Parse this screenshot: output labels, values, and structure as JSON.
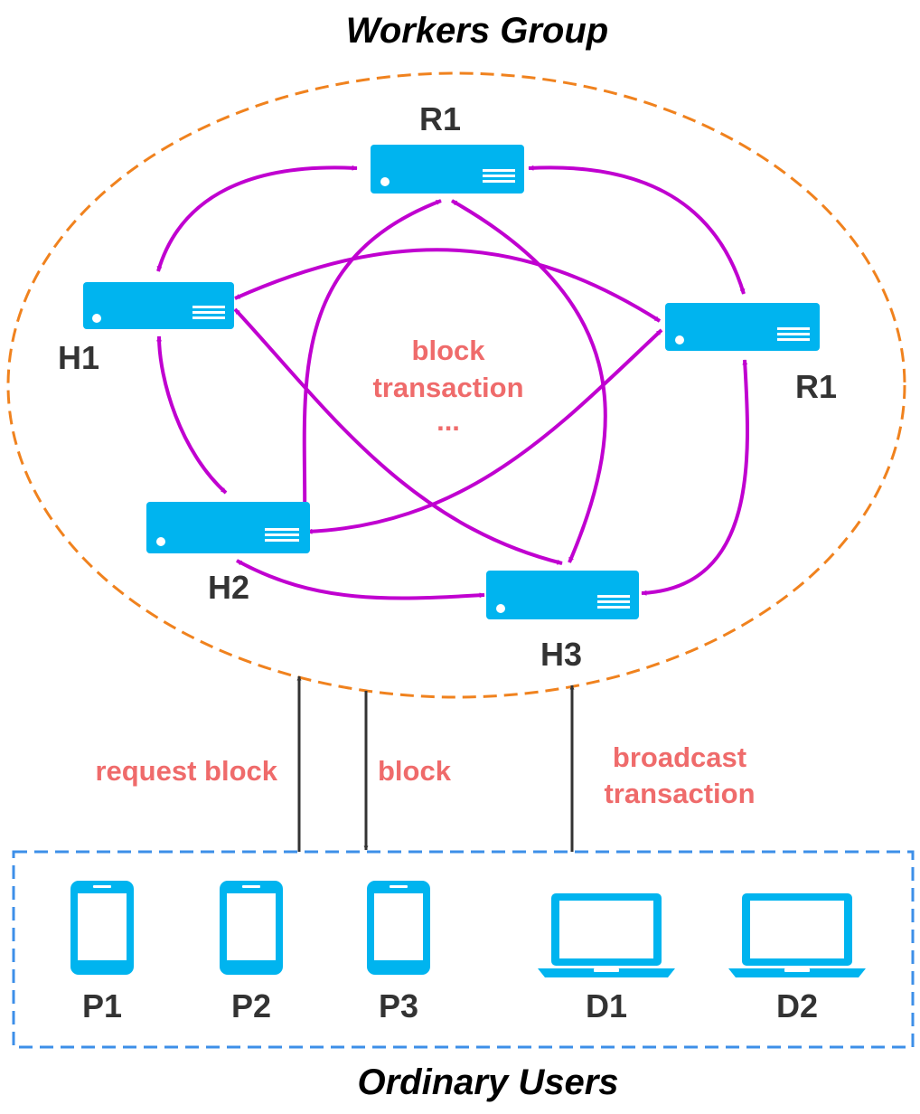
{
  "titles": {
    "top": "Workers Group",
    "bottom": "Ordinary Users"
  },
  "workers": {
    "r1_top": "R1",
    "h1": "H1",
    "r1_right": "R1",
    "h2": "H2",
    "h3": "H3"
  },
  "center_text": {
    "line1": "block",
    "line2": "transaction",
    "line3": "..."
  },
  "flows": {
    "request_block": "request block",
    "block": "block",
    "broadcast_line1": "broadcast",
    "broadcast_line2": "transaction"
  },
  "users": {
    "p1": "P1",
    "p2": "P2",
    "p3": "P3",
    "d1": "D1",
    "d2": "D2"
  },
  "colors": {
    "server": "#00b4ef",
    "link": "#c000d0",
    "group_border": "#f0821e",
    "users_border": "#3d8fe8",
    "note": "#ef6b6b",
    "flow_arrow": "#333333"
  },
  "icons": {
    "server": "server-icon",
    "phone": "phone-icon",
    "laptop": "laptop-icon"
  }
}
